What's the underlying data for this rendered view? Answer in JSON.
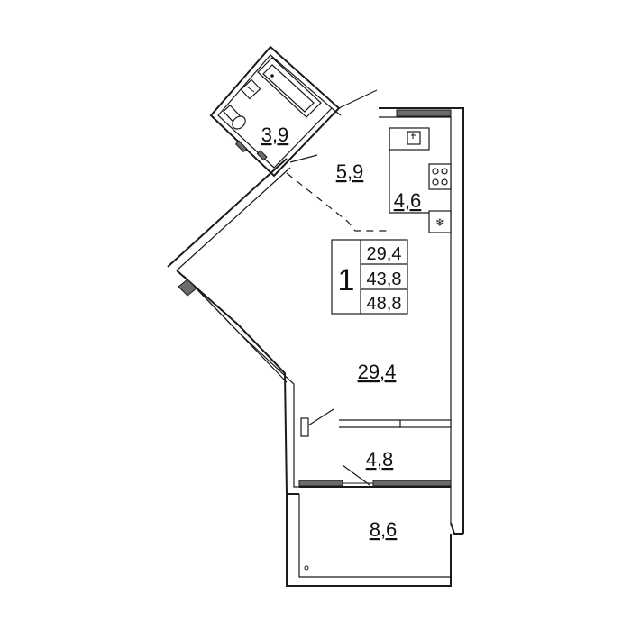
{
  "plan": {
    "rooms": {
      "bathroom": "3,9",
      "hallway": "5,9",
      "kitchen": "4,6",
      "living_room": "29,4",
      "loggia_inner": "4,8",
      "balcony": "8,6"
    },
    "summary": {
      "room_count": "1",
      "living_area": "29,4",
      "total_area": "43,8",
      "total_with_balcony": "48,8"
    }
  }
}
